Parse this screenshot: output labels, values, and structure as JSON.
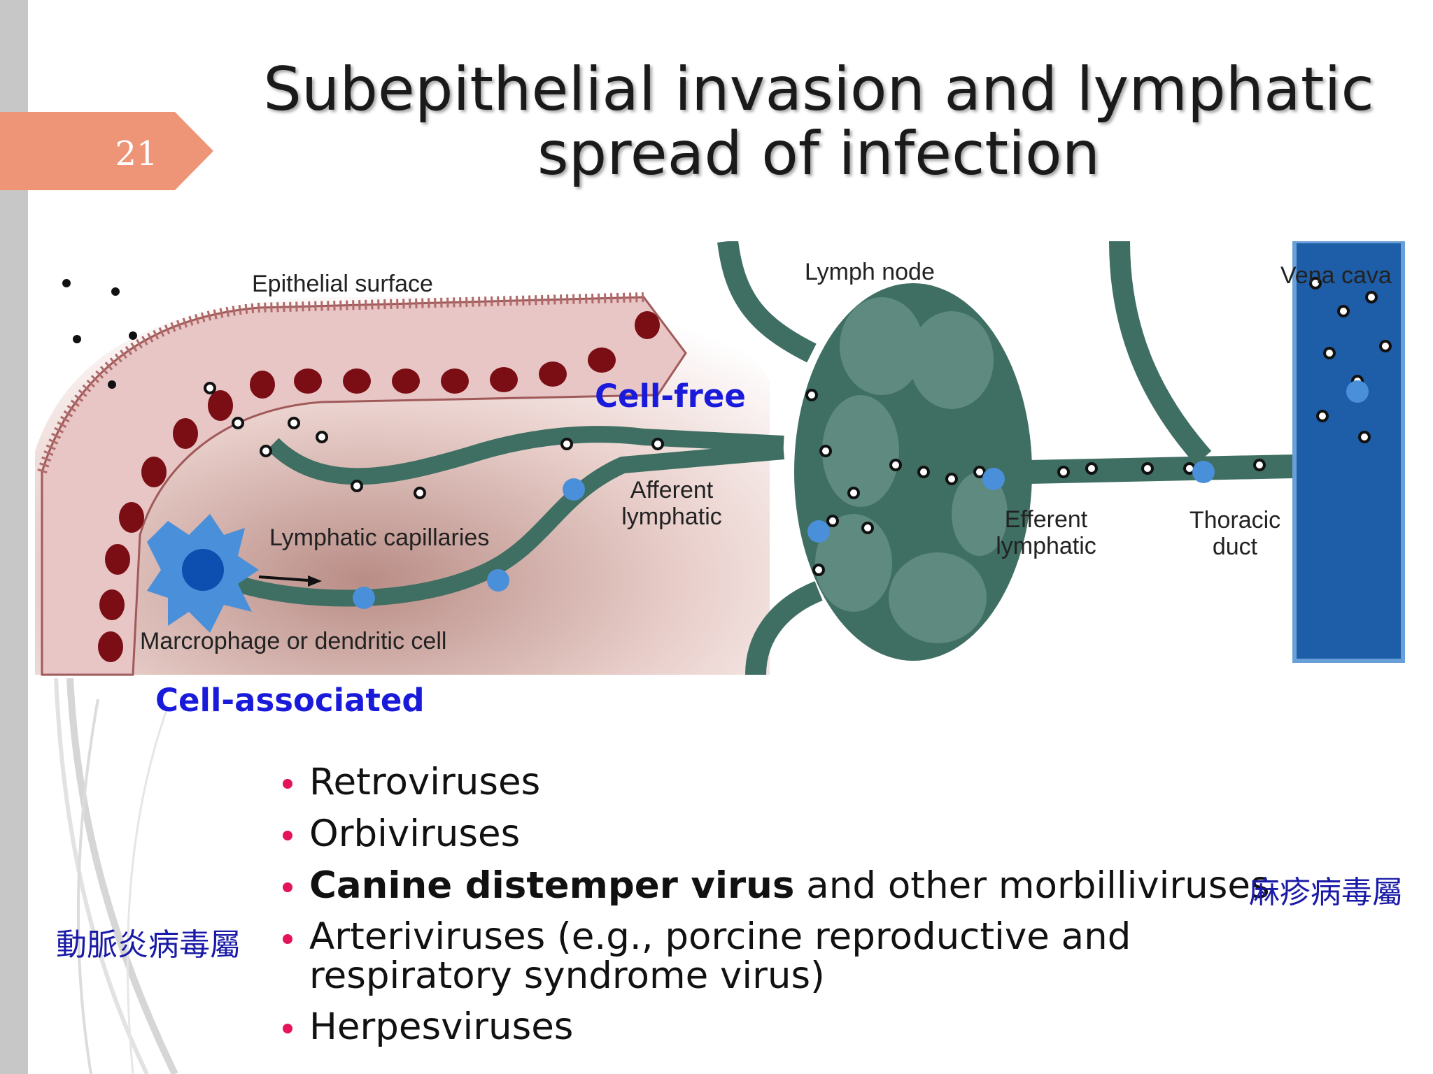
{
  "slide": {
    "number": "21",
    "title_line1": "Subepithelial invasion and lymphatic",
    "title_line2": "spread of infection"
  },
  "figure": {
    "labels": {
      "epithelial_surface": "Epithelial surface",
      "lymph_node": "Lymph node",
      "vena_cava": "Vena cava",
      "afferent_lymphatic_1": "Afferent",
      "afferent_lymphatic_2": "lymphatic",
      "lymphatic_capillaries": "Lymphatic capillaries",
      "macrophage": "Marcrophage or dendritic cell",
      "efferent_lymphatic_1": "Efferent",
      "efferent_lymphatic_2": "lymphatic",
      "thoracic_duct_1": "Thoracic",
      "thoracic_duct_2": "duct"
    },
    "cell_free": "Cell-free",
    "cell_associated": "Cell-associated",
    "colors": {
      "epithelium": "#e8c6c6",
      "nucleus": "#7a0e14",
      "lymphatic": "#3f6e63",
      "lymph_node": "#5e8a80",
      "vena_cava": "#1e5ea8",
      "macrophage": "#4a8fd9",
      "accent_text": "#1a1adb"
    }
  },
  "bullets": [
    {
      "text": "Retroviruses"
    },
    {
      "text": "Orbiviruses"
    },
    {
      "bold": "Canine distemper virus",
      "rest": " and other morbilliviruses"
    },
    {
      "line1": "Arteriviruses  (e.g., porcine reproductive and",
      "line2": "respiratory syndrome virus)"
    },
    {
      "text": "Herpesviruses"
    }
  ],
  "notes": {
    "morbillivirus_cn": "麻疹病毒屬",
    "arterivirus_cn": "動脈炎病毒屬"
  },
  "theme": {
    "tab_color": "#ee9477",
    "bullet_color": "#e3145a"
  }
}
